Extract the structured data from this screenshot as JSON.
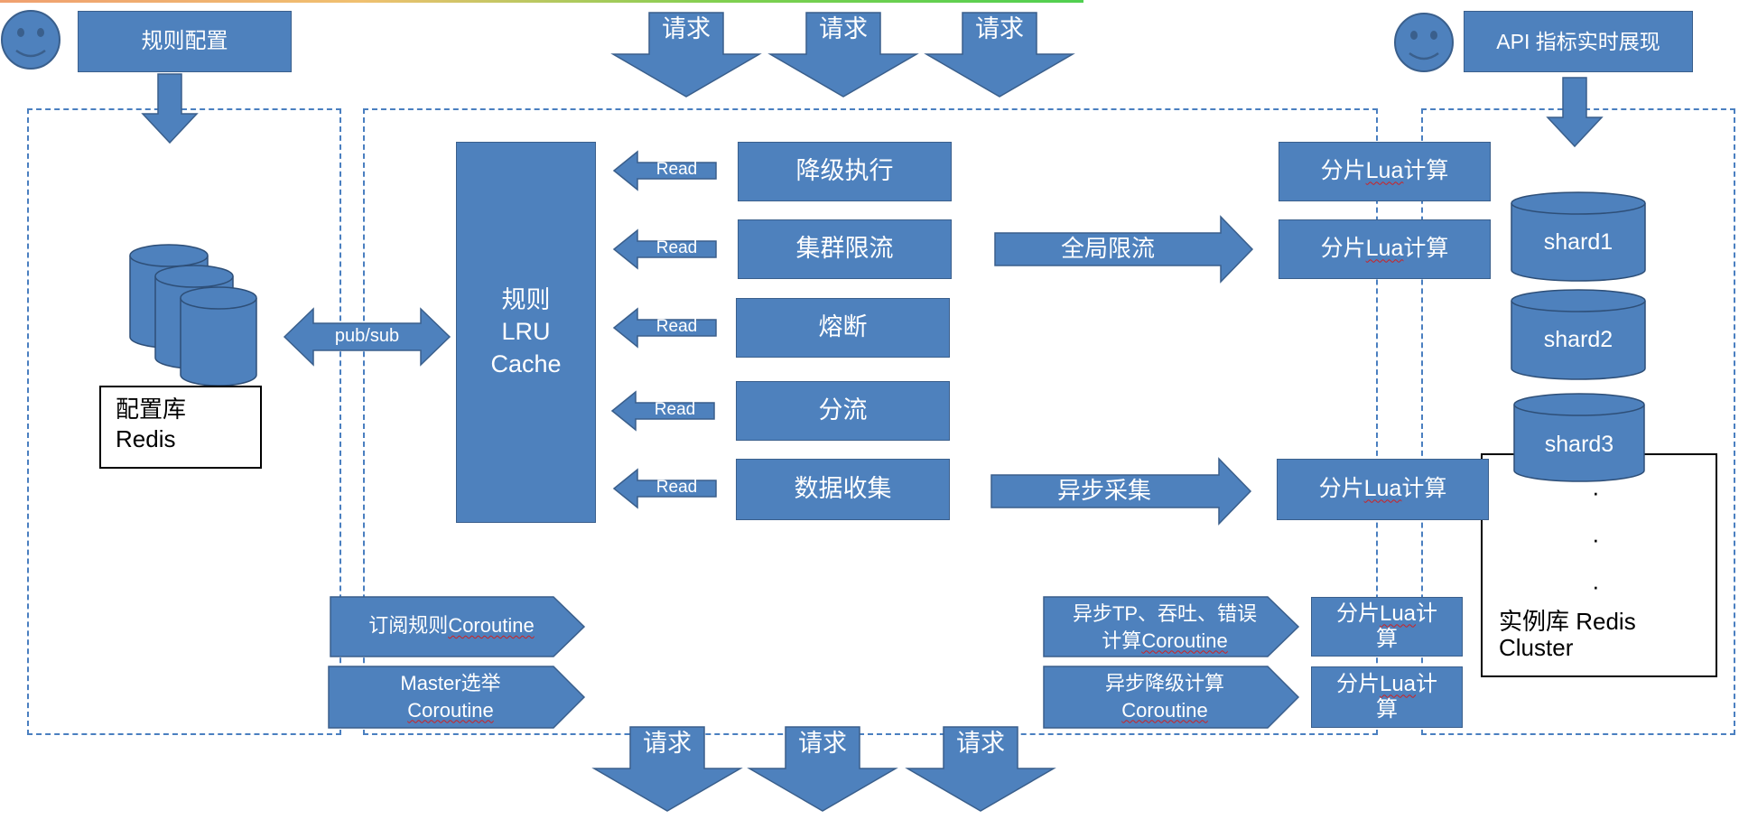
{
  "colors": {
    "primary": "#4e81bd",
    "border": "#3a5f8c",
    "dashed_frame": "#4a7fc0",
    "squiggle": "#d02020"
  },
  "icons": {
    "left_user": "smiley-face-icon",
    "right_user": "smiley-face-icon",
    "config_db": "database-cylinders-icon"
  },
  "header": {
    "rule_config": "规则配置",
    "api_metrics": "API 指标实时展现"
  },
  "requests": {
    "top": [
      "请求",
      "请求",
      "请求"
    ],
    "bottom": [
      "请求",
      "请求",
      "请求"
    ]
  },
  "config_store": {
    "line1": "配置库",
    "line2": "Redis"
  },
  "pubsub_label": "pub/sub",
  "cache": {
    "line1": "规则",
    "line2": "LRU",
    "line3": "Cache"
  },
  "read_label": "Read",
  "features": [
    "降级执行",
    "集群限流",
    "熔断",
    "分流",
    "数据收集"
  ],
  "flows": {
    "global_limit": "全局限流",
    "async_collect": "异步采集"
  },
  "shard_compute": {
    "prefix": "分片",
    "lua": "Lua",
    "suffix": "计算",
    "wrap_suffix": "计",
    "wrap_last": "算"
  },
  "coroutines": {
    "subscribe": {
      "prefix": "订阅规则",
      "word": "Coroutine"
    },
    "master": {
      "line1": "Master选举",
      "word": "Coroutine"
    },
    "async_tp": {
      "line1": "异步TP、吞吐、错误",
      "prefix": "计算",
      "word": "Coroutine"
    },
    "async_degrade": {
      "line1": "异步降级计算",
      "word": "Coroutine"
    }
  },
  "shards": [
    "shard1",
    "shard2",
    "shard3"
  ],
  "instance_store": {
    "line1": "实例库 Redis",
    "line2": "Cluster"
  },
  "ellipsis": [
    "·",
    "·",
    "·"
  ]
}
